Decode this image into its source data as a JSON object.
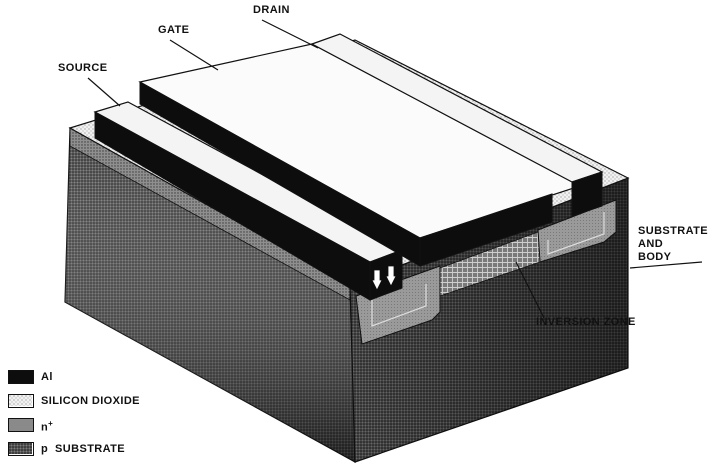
{
  "labels": {
    "source": "SOURCE",
    "gate": "GATE",
    "drain": "DRAIN",
    "substrate_line1": "SUBSTRATE",
    "substrate_line2": "AND",
    "substrate_line3": "BODY",
    "inversion_zone": "INVERSION ZONE"
  },
  "legend": {
    "items": [
      {
        "label": "Al",
        "pattern": "solid-black"
      },
      {
        "label": "SILICON DIOXIDE",
        "pattern": "light-stipple"
      },
      {
        "label": "n",
        "superscript": "+",
        "pattern": "medium-gray"
      },
      {
        "label": "p  SUBSTRATE",
        "pattern": "dark-stipple"
      }
    ]
  },
  "colors": {
    "aluminum": "#0d0d0d",
    "oxide": "#d8d8d8",
    "n_plus": "#8a8a8a",
    "p_substrate": "#3a3a3a",
    "line": "#111111"
  }
}
